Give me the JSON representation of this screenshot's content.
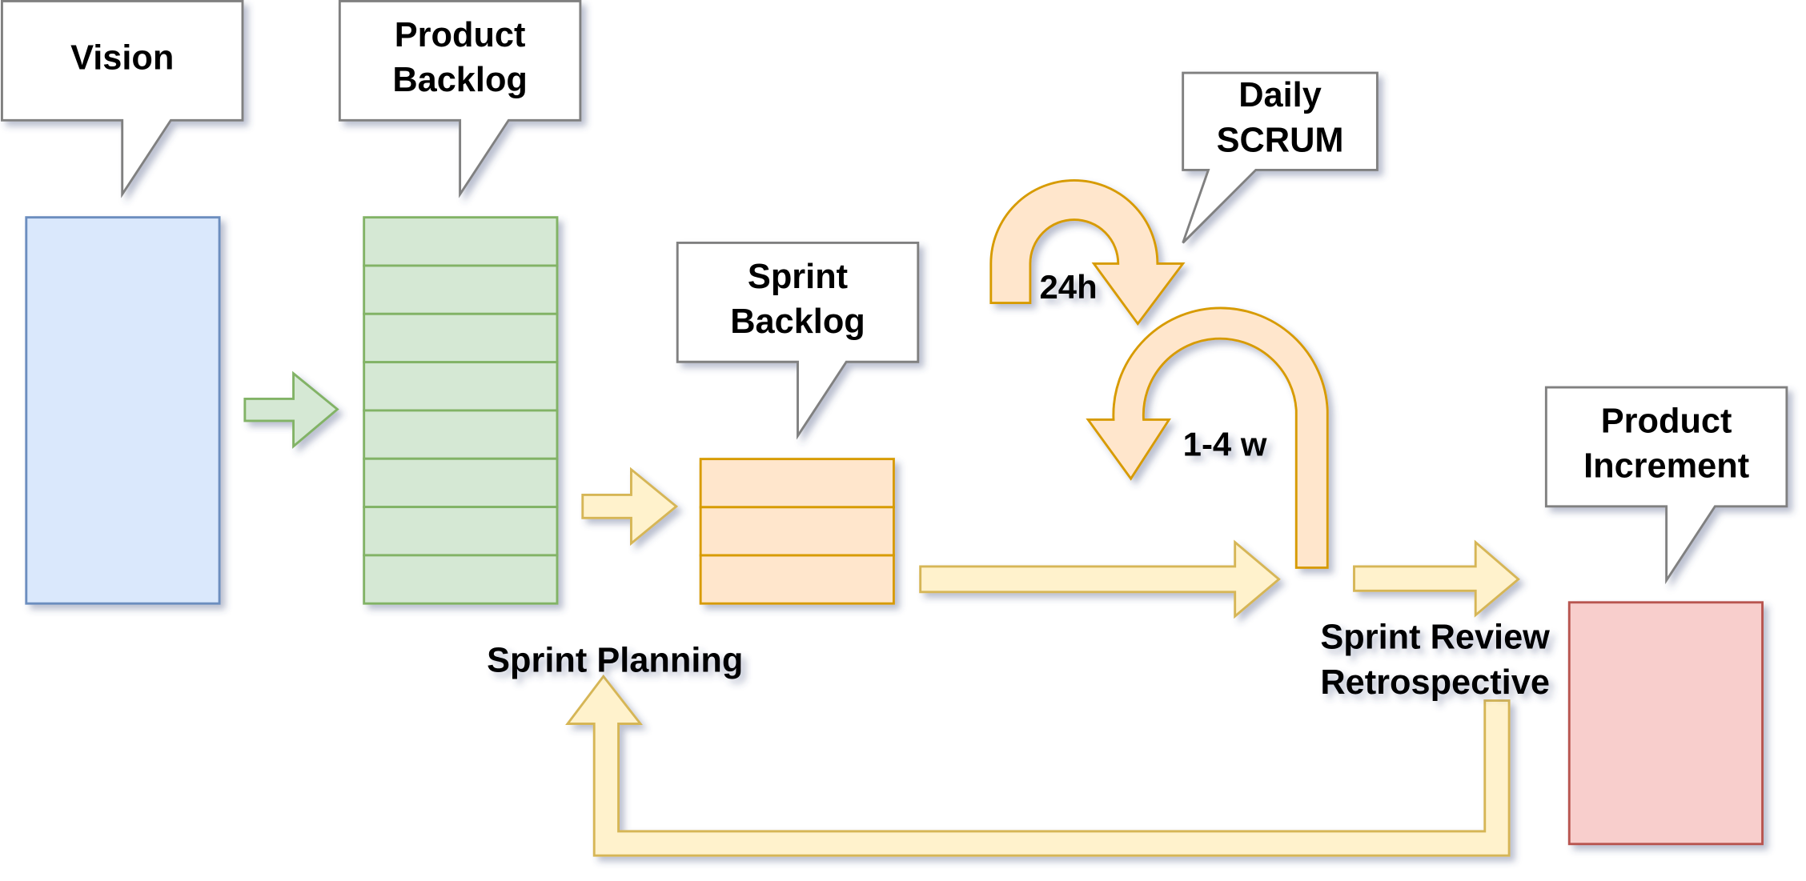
{
  "diagram": {
    "title": "Scrum Framework",
    "colors": {
      "vision_fill": "#dae8fc",
      "vision_stroke": "#6c8ebf",
      "backlog_fill": "#d5e8d4",
      "backlog_stroke": "#82b366",
      "sprint_fill": "#ffe6cc",
      "sprint_stroke": "#d79b00",
      "arrow_fill": "#fff2cc",
      "arrow_stroke": "#d6b656",
      "increment_fill": "#f8cecc",
      "increment_stroke": "#b85450",
      "callout_fill": "#ffffff",
      "callout_stroke": "#808080"
    },
    "callouts": {
      "vision": [
        "Vision"
      ],
      "product_backlog": [
        "Product",
        "Backlog"
      ],
      "sprint_backlog": [
        "Sprint",
        "Backlog"
      ],
      "daily_scrum": [
        "Daily",
        "SCRUM"
      ],
      "product_increment": [
        "Product",
        "Increment"
      ]
    },
    "labels": {
      "sprint_planning": "Sprint Planning",
      "sprint_review": "Sprint Review",
      "retrospective": "Retrospective",
      "daily_cycle": "24h",
      "sprint_cycle": "1-4 w"
    },
    "product_backlog_rows": 8,
    "sprint_backlog_rows": 3
  }
}
